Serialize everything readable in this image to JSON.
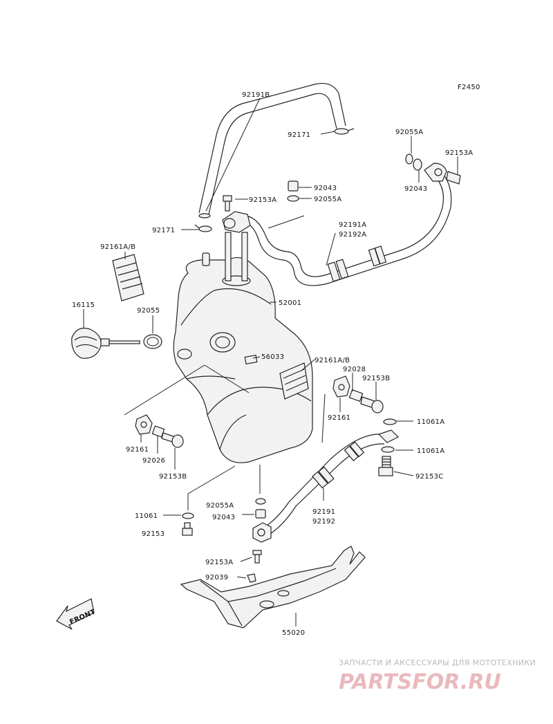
{
  "figure_code": "F2450",
  "labels": {
    "p92191B": "92191B",
    "p92171_top": "92171",
    "p92055A_top": "92055A",
    "p92153A_right": "92153A",
    "p92043_right": "92043",
    "p92043_mid": "92043",
    "p92055A_mid": "92055A",
    "p92153A_mid": "92153A",
    "p92171_mid": "92171",
    "p92191A": "92191A",
    "p92192A": "92192A",
    "p92161AB_left": "92161A/B",
    "p16115": "16115",
    "p92055": "92055",
    "p52001": "52001",
    "p56033": "56033",
    "p92161AB_right": "92161A/B",
    "p92028": "92028",
    "p92153B_right": "92153B",
    "p92161_right": "92161",
    "p11061A_1": "11061A",
    "p11061A_2": "11061A",
    "p92153C": "92153C",
    "p92161_left": "92161",
    "p92026": "92026",
    "p92153B_left": "92153B",
    "p92055A_low": "92055A",
    "p92043_low": "92043",
    "p11061": "11061",
    "p92153": "92153",
    "p92191": "92191",
    "p92192": "92192",
    "p92153A_low": "92153A",
    "p92039": "92039",
    "p55020": "55020"
  },
  "front_label": "FRONT",
  "watermark": {
    "tagline": "ЗАПЧАСТИ И АКСЕССУАРЫ ДЛЯ МОТОТЕХНИКИ",
    "brand": "PARTSFOR.RU"
  }
}
